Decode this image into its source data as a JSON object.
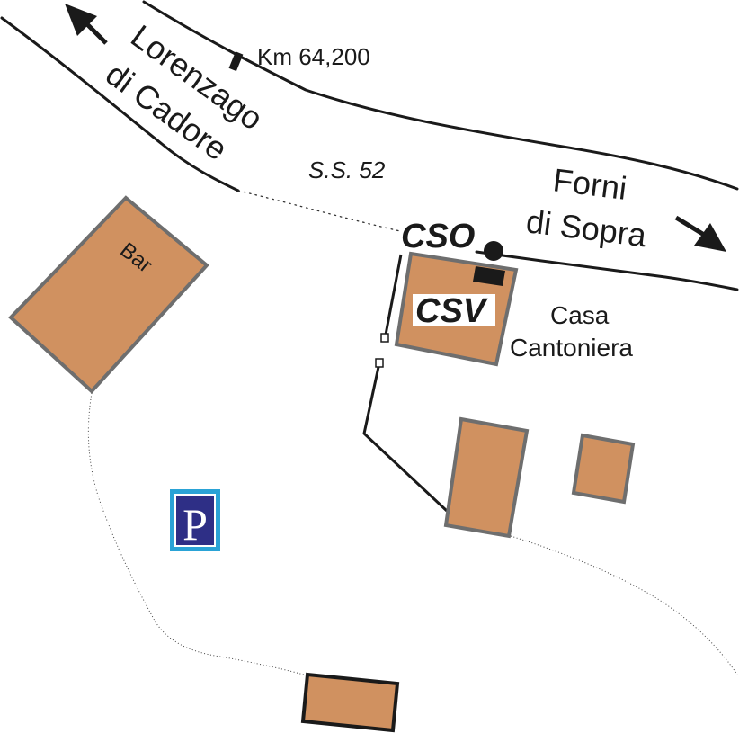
{
  "map": {
    "labels": {
      "lorenzago_line1": "Lorenzago",
      "lorenzago_line2": "di Cadore",
      "km_marker": "Km 64,200",
      "road_name": "S.S. 52",
      "forni_line1": "Forni",
      "forni_line2": "di Sopra",
      "cso": "CSO",
      "csv": "CSV",
      "casa_line1": "Casa",
      "casa_line2": "Cantoniera",
      "bar": "Bar",
      "parking": "P"
    },
    "colors": {
      "building_fill": "#d09160",
      "building_stroke": "#6e6e6e",
      "parking_bg": "#2e2f86",
      "parking_frame": "#2aa3d6",
      "ink": "#1a1a1a"
    },
    "icons": {
      "arrow_left": "arrow-up-left-icon",
      "arrow_right": "arrow-down-right-icon",
      "parking": "parking-icon",
      "point": "station-point-icon"
    }
  }
}
